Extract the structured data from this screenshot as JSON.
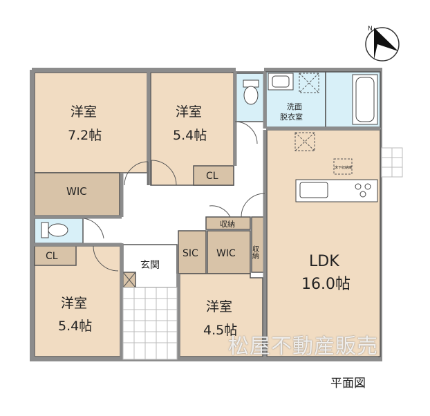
{
  "colors": {
    "room": "#f1dcc2",
    "storage": "#d8c3a8",
    "wet": "#d8f0f8",
    "wall": "#8c8c8c",
    "hall": "#ffffff"
  },
  "rooms": {
    "bed1": {
      "name": "洋室",
      "size": "7.2帖"
    },
    "bed2": {
      "name": "洋室",
      "size": "5.4帖"
    },
    "bed3": {
      "name": "洋室",
      "size": "5.4帖"
    },
    "bed4": {
      "name": "洋室",
      "size": "4.5帖"
    },
    "ldk": {
      "name": "LDK",
      "size": "16.0帖"
    },
    "washroom": {
      "line1": "洗面",
      "line2": "脱衣室"
    }
  },
  "labels": {
    "wic1": "WIC",
    "wic2": "WIC",
    "cl1": "CL",
    "cl2": "CL",
    "sic": "SIC",
    "genkan": "玄関",
    "shuno_top": "収納",
    "shuno_side": "収納",
    "underfloor": "床下収納庫"
  },
  "caption": "平面図",
  "watermark": "松屋不動産販売",
  "icons": {
    "compass": "north-arrow-icon"
  }
}
